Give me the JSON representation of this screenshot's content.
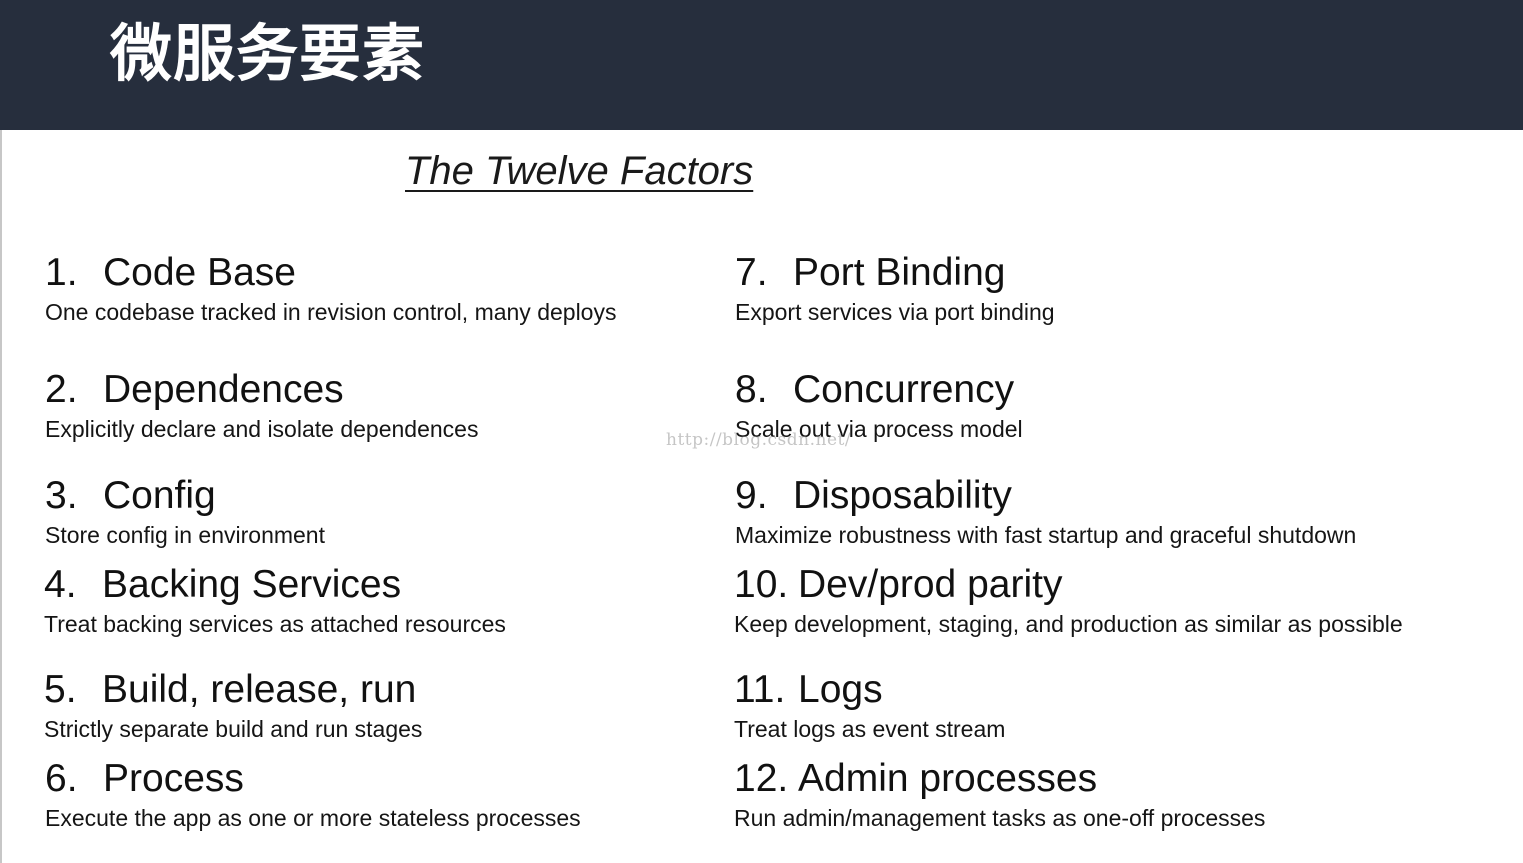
{
  "header": {
    "title": "微服务要素"
  },
  "subtitle": "The Twelve Factors",
  "factors": [
    {
      "number": "1.",
      "name": "Code Base",
      "description": "One codebase tracked in revision control, many deploys"
    },
    {
      "number": "2.",
      "name": "Dependences",
      "description": "Explicitly declare and isolate dependences"
    },
    {
      "number": "3.",
      "name": "Config",
      "description": "Store config in environment"
    },
    {
      "number": "4.",
      "name": "Backing Services",
      "description": "Treat backing services as attached resources"
    },
    {
      "number": "5.",
      "name": "Build, release, run",
      "description": "Strictly separate build and run stages"
    },
    {
      "number": "6.",
      "name": "Process",
      "description": "Execute the app as one or more stateless processes"
    },
    {
      "number": "7.",
      "name": "Port Binding",
      "description": "Export services via port binding"
    },
    {
      "number": "8.",
      "name": "Concurrency",
      "description": "Scale out via process model"
    },
    {
      "number": "9.",
      "name": "Disposability",
      "description": "Maximize robustness with fast startup and graceful shutdown"
    },
    {
      "number": "10.",
      "name": "Dev/prod parity",
      "description": "Keep development, staging, and production as similar as possible"
    },
    {
      "number": "11.",
      "name": "Logs",
      "description": "Treat logs as event stream"
    },
    {
      "number": "12.",
      "name": "Admin processes",
      "description": "Run admin/management tasks as one-off processes"
    }
  ],
  "watermark": "http://blog.csdn.net/",
  "colors": {
    "header_background": "#262e3d",
    "header_text": "#ffffff",
    "page_background": "#ffffff",
    "text": "#111111"
  }
}
